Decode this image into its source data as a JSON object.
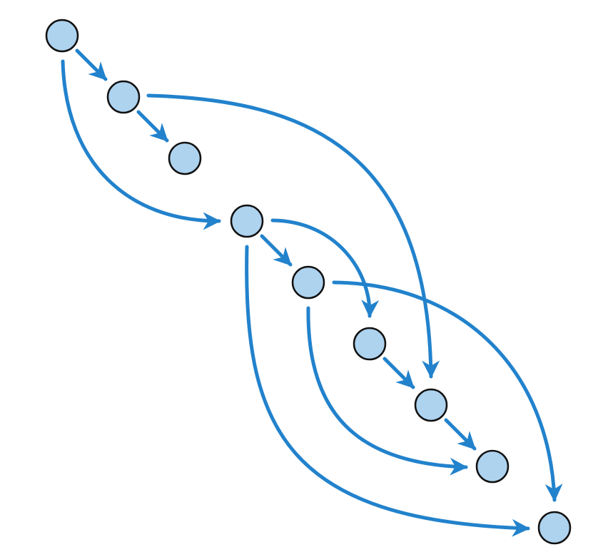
{
  "diagram": {
    "type": "directed-graph",
    "colors": {
      "node_fill": "#aed3ef",
      "node_stroke": "#111111",
      "edge": "#2282cc",
      "background": "#ffffff"
    },
    "nodes": [
      "n1",
      "n2",
      "n3",
      "n4",
      "n5",
      "n6",
      "n7",
      "n8",
      "n9"
    ],
    "edges": [
      {
        "from": "n1",
        "to": "n2"
      },
      {
        "from": "n2",
        "to": "n3"
      },
      {
        "from": "n1",
        "to": "n4"
      },
      {
        "from": "n2",
        "to": "n7"
      },
      {
        "from": "n4",
        "to": "n5"
      },
      {
        "from": "n4",
        "to": "n6"
      },
      {
        "from": "n5",
        "to": "n9"
      },
      {
        "from": "n4",
        "to": "n9"
      },
      {
        "from": "n6",
        "to": "n7"
      },
      {
        "from": "n7",
        "to": "n8"
      },
      {
        "from": "n5",
        "to": "n8"
      }
    ]
  }
}
